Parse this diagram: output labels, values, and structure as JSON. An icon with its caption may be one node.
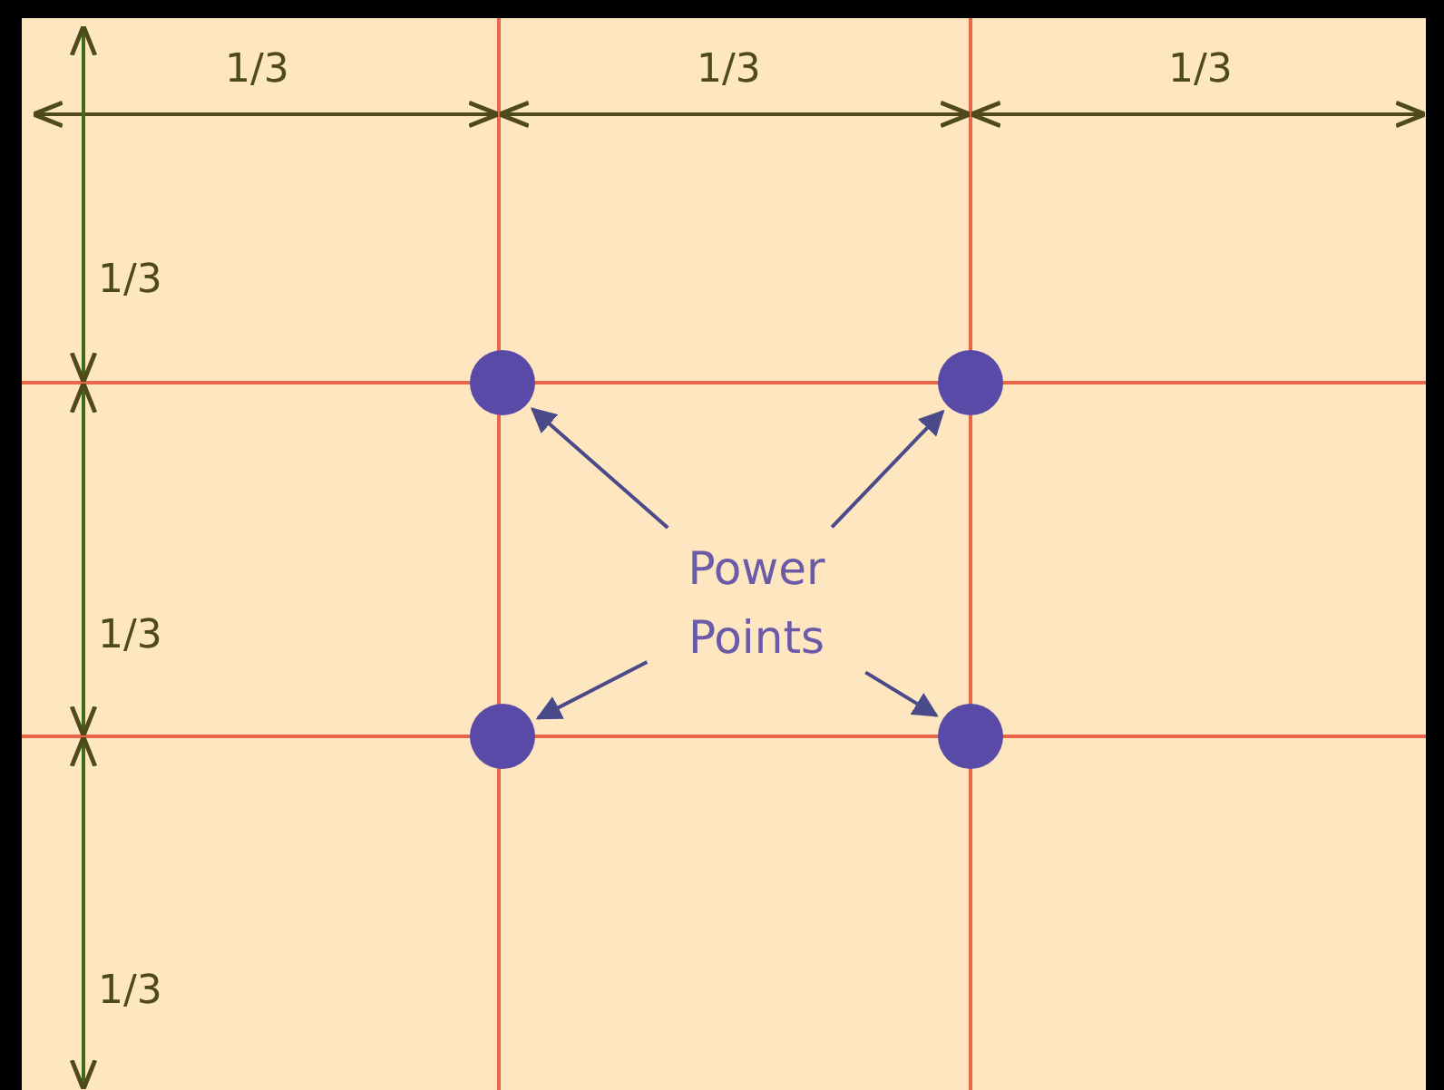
{
  "diagram": {
    "nodes": [
      {
        "text": [
          "Power Points"
        ]
      },
      {
        "text": [],
        "shape": "circle"
      },
      {
        "text": [],
        "shape": "circle"
      },
      {
        "text": [],
        "shape": "circle"
      },
      {
        "text": [],
        "shape": "circle"
      }
    ],
    "edges": [
      {
        "from": 0,
        "to": 1,
        "arrow": "to"
      },
      {
        "from": 0,
        "to": 2,
        "arrow": "to"
      },
      {
        "from": 0,
        "to": 3,
        "arrow": "to"
      },
      {
        "from": 0,
        "to": 4,
        "arrow": "to"
      }
    ],
    "labels": [
      "1/3",
      "1/3",
      "1/3",
      "1/3",
      "1/3",
      "1/3"
    ]
  }
}
